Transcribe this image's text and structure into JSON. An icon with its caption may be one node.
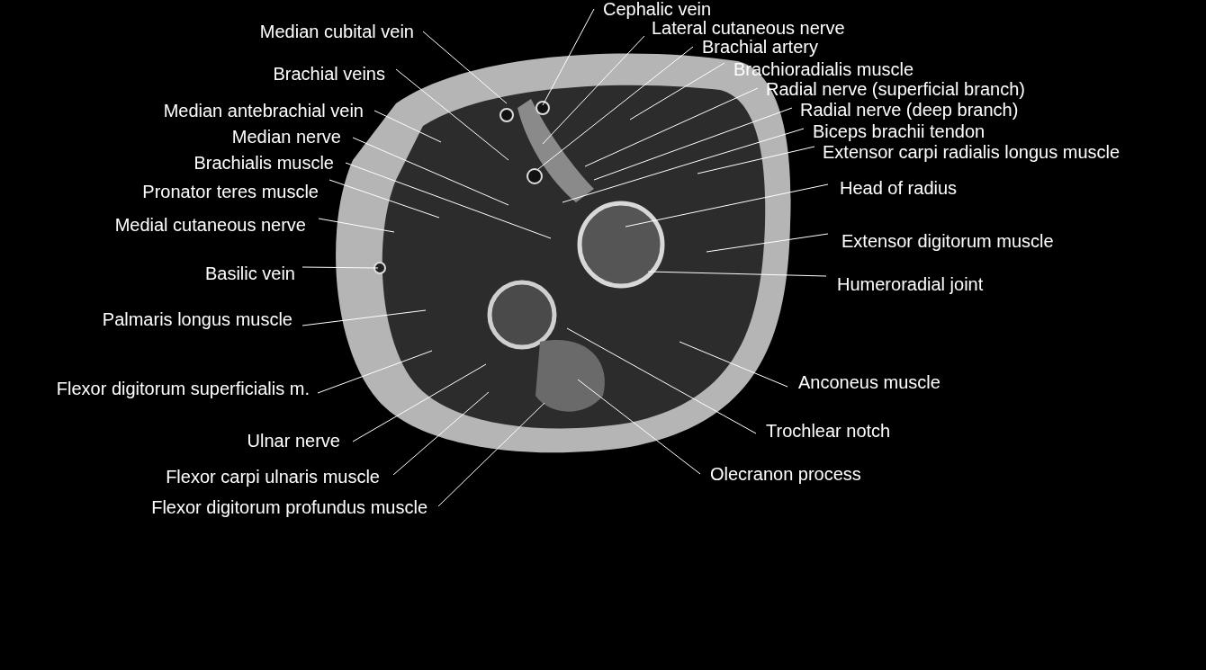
{
  "diagram": {
    "nodes": [
      {
        "text": [
          "Median cubital vein"
        ]
      },
      {
        "text": [
          "Brachial veins"
        ]
      },
      {
        "text": [
          "Median antebrachial vein"
        ]
      },
      {
        "text": [
          "Median nerve"
        ]
      },
      {
        "text": [
          "Brachialis muscle"
        ]
      },
      {
        "text": [
          "Pronator teres muscle"
        ]
      },
      {
        "text": [
          "Medial cutaneous nerve"
        ]
      },
      {
        "text": [
          "Basilic vein"
        ]
      },
      {
        "text": [
          "Palmaris longus muscle"
        ]
      },
      {
        "text": [
          "Flexor digitorum superficialis m."
        ]
      },
      {
        "text": [
          "Ulnar nerve"
        ]
      },
      {
        "text": [
          "Flexor carpi ulnaris muscle"
        ]
      },
      {
        "text": [
          "Flexor digitorum profundus muscle"
        ]
      },
      {
        "text": [
          "Cephalic vein"
        ]
      },
      {
        "text": [
          "Lateral cutaneous nerve"
        ]
      },
      {
        "text": [
          "Brachial artery"
        ]
      },
      {
        "text": [
          "Brachioradialis muscle"
        ]
      },
      {
        "text": [
          "Radial nerve (superficial branch)"
        ]
      },
      {
        "text": [
          "Radial nerve (deep branch)"
        ]
      },
      {
        "text": [
          "Biceps brachii tendon"
        ]
      },
      {
        "text": [
          "Extensor carpi radialis longus muscle"
        ]
      },
      {
        "text": [
          "Head of radius"
        ]
      },
      {
        "text": [
          "Extensor digitorum muscle"
        ]
      },
      {
        "text": [
          "Humeroradial joint"
        ]
      },
      {
        "text": [
          "Anconeus muscle"
        ]
      },
      {
        "text": [
          "Trochlear notch"
        ]
      },
      {
        "text": [
          "Olecranon process"
        ]
      }
    ],
    "edges": [
      {
        "from": 0,
        "to": null,
        "arrow": "none"
      },
      {
        "from": 1,
        "to": null,
        "arrow": "none"
      },
      {
        "from": 2,
        "to": null,
        "arrow": "none"
      },
      {
        "from": 3,
        "to": null,
        "arrow": "none"
      },
      {
        "from": 4,
        "to": null,
        "arrow": "none"
      },
      {
        "from": 5,
        "to": null,
        "arrow": "none"
      },
      {
        "from": 6,
        "to": null,
        "arrow": "none"
      },
      {
        "from": 7,
        "to": null,
        "arrow": "none"
      },
      {
        "from": 8,
        "to": null,
        "arrow": "none"
      },
      {
        "from": 9,
        "to": null,
        "arrow": "none"
      },
      {
        "from": 10,
        "to": null,
        "arrow": "none"
      },
      {
        "from": 11,
        "to": null,
        "arrow": "none"
      },
      {
        "from": 12,
        "to": null,
        "arrow": "none"
      },
      {
        "from": 13,
        "to": null,
        "arrow": "none"
      },
      {
        "from": 14,
        "to": null,
        "arrow": "none"
      },
      {
        "from": 15,
        "to": null,
        "arrow": "none"
      },
      {
        "from": 16,
        "to": null,
        "arrow": "none"
      },
      {
        "from": 17,
        "to": null,
        "arrow": "none"
      },
      {
        "from": 18,
        "to": null,
        "arrow": "none"
      },
      {
        "from": 19,
        "to": null,
        "arrow": "none"
      },
      {
        "from": 20,
        "to": null,
        "arrow": "none"
      },
      {
        "from": 21,
        "to": null,
        "arrow": "none"
      },
      {
        "from": 22,
        "to": null,
        "arrow": "none"
      },
      {
        "from": 23,
        "to": null,
        "arrow": "none"
      },
      {
        "from": 24,
        "to": null,
        "arrow": "none"
      },
      {
        "from": 25,
        "to": null,
        "arrow": "none"
      },
      {
        "from": 26,
        "to": null,
        "arrow": "none"
      }
    ]
  }
}
